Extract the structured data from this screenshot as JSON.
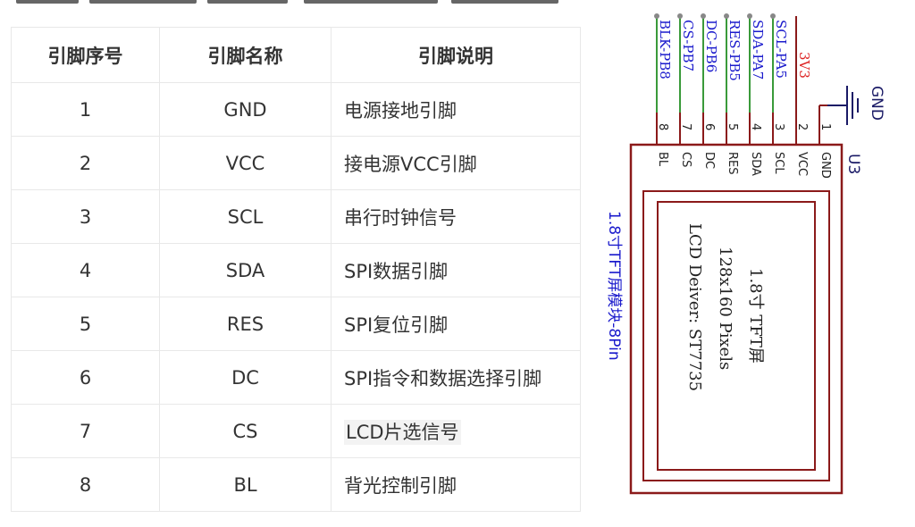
{
  "table": {
    "headers": [
      "引脚序号",
      "引脚名称",
      "引脚说明"
    ],
    "rows": [
      {
        "num": "1",
        "name": "GND",
        "desc": "电源接地引脚"
      },
      {
        "num": "2",
        "name": "VCC",
        "desc": "接电源VCC引脚"
      },
      {
        "num": "3",
        "name": "SCL",
        "desc": "串行时钟信号"
      },
      {
        "num": "4",
        "name": "SDA",
        "desc": "SPI数据引脚"
      },
      {
        "num": "5",
        "name": "RES",
        "desc": "SPI复位引脚"
      },
      {
        "num": "6",
        "name": "DC",
        "desc": "SPI指令和数据选择引脚"
      },
      {
        "num": "7",
        "name": "CS",
        "desc": "LCD片选信号"
      },
      {
        "num": "8",
        "name": "BL",
        "desc": "背光控制引脚"
      }
    ]
  },
  "schematic": {
    "net_labels": [
      "BLK-PB8",
      "CS-PB7",
      "DC-PB6",
      "RES-PB5",
      "SDA-PA7",
      "SCL-PA5",
      "3V3",
      "GND"
    ],
    "pin_numbers": [
      "8",
      "7",
      "6",
      "5",
      "4",
      "3",
      "2",
      "1"
    ],
    "pin_names": [
      "BL",
      "CS",
      "DC",
      "RES",
      "SDA",
      "SCL",
      "VCC",
      "GND"
    ],
    "designator": "U3",
    "module_label": "1.8寸TFT屏模块-8Pin",
    "screen_lines": [
      "1.8寸 TFT屏",
      "128x160 Pixels",
      "LCD Deiver: ST7735"
    ],
    "colors": {
      "wire": "#3a9a3a",
      "body": "#8b1a1a",
      "net": "#1a1acc",
      "power": "#dd2222",
      "gnd": "#1a1a66"
    }
  }
}
